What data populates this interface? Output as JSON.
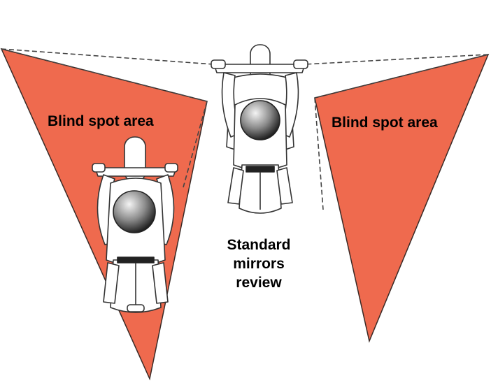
{
  "labels": {
    "left_zone": "Blind spot area",
    "right_zone": "Blind spot area",
    "center_lines": [
      "Standard",
      "mirrors",
      "review"
    ]
  },
  "colors": {
    "blind_spot_fill": "#ef6a4e",
    "blind_spot_stroke": "#3a2a26",
    "motorcycle_line": "#333333",
    "helmet_dark": "#2a2a2a",
    "helmet_light": "#f2f2f2"
  },
  "icons": {
    "rider_front": "motorcycle-rider-topview-icon",
    "rider_blind": "motorcycle-rider-topview-icon"
  }
}
